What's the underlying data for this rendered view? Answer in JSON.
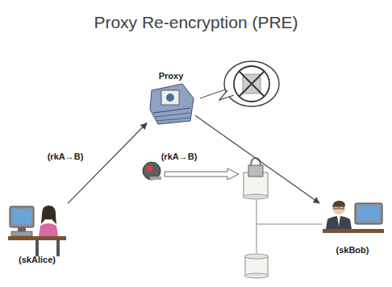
{
  "diagram": {
    "title": "Proxy Re-encryption (PRE)",
    "nodes": [
      {
        "text": [
          "(skAlice)"
        ]
      },
      {
        "text": [
          "Proxy"
        ]
      },
      {
        "text": [
          "(skBob)"
        ]
      }
    ],
    "edges": [
      {
        "from": 0,
        "to": 1,
        "label": "(rkA→B)",
        "arrow": "to"
      },
      {
        "from": 1,
        "to": 2,
        "arrow": "to"
      }
    ],
    "labels": [
      "(rkA→B)"
    ]
  }
}
